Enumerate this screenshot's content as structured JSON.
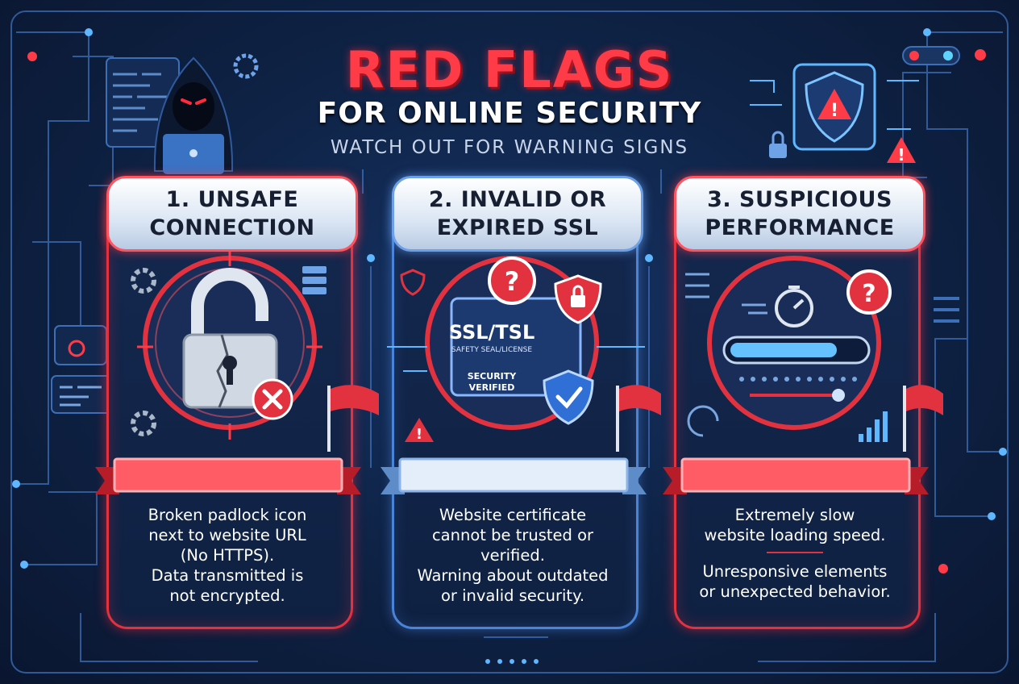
{
  "header": {
    "title": "RED FLAGS",
    "subtitle": "FOR ONLINE SECURITY",
    "tagline": "WATCH OUT FOR WARNING SIGNS"
  },
  "cards": [
    {
      "heading": "1. UNSAFE\nCONNECTION",
      "accent": "red",
      "lines": [
        "Broken padlock icon",
        "next to website URL",
        "(No HTTPS).",
        "Data transmitted is",
        "not encrypted."
      ]
    },
    {
      "heading": "2. INVALID OR\nEXPIRED SSL",
      "accent": "blue",
      "badge_title": "SSL/TSL",
      "badge_sub": "SAFETY SEAL/LICENSE",
      "badge_verified_1": "SECURITY",
      "badge_verified_2": "VERIFIED",
      "lines": [
        "Website certificate",
        "cannot be trusted or",
        "verified.",
        "Warning about outdated",
        "or invalid security."
      ]
    },
    {
      "heading": "3. SUSPICIOUS\nPERFORMANCE",
      "accent": "red",
      "lines_a": [
        "Extremely slow",
        "website loading speed."
      ],
      "lines_b": [
        "Unresponsive elements",
        "or unexpected behavior."
      ]
    }
  ],
  "colors": {
    "background": "#0f2448",
    "accent_red": "#e2323f",
    "accent_blue": "#4a84d9",
    "text": "#ffffff"
  },
  "icons": [
    "hacker-icon",
    "gear-icon",
    "shield-warning-icon",
    "padlock-icon",
    "broken-padlock-icon",
    "x-badge-icon",
    "question-badge-icon",
    "shield-check-icon",
    "stopwatch-icon",
    "loading-bar-icon",
    "red-flag-icon",
    "warning-triangle-icon",
    "server-icon",
    "bar-chart-icon"
  ]
}
